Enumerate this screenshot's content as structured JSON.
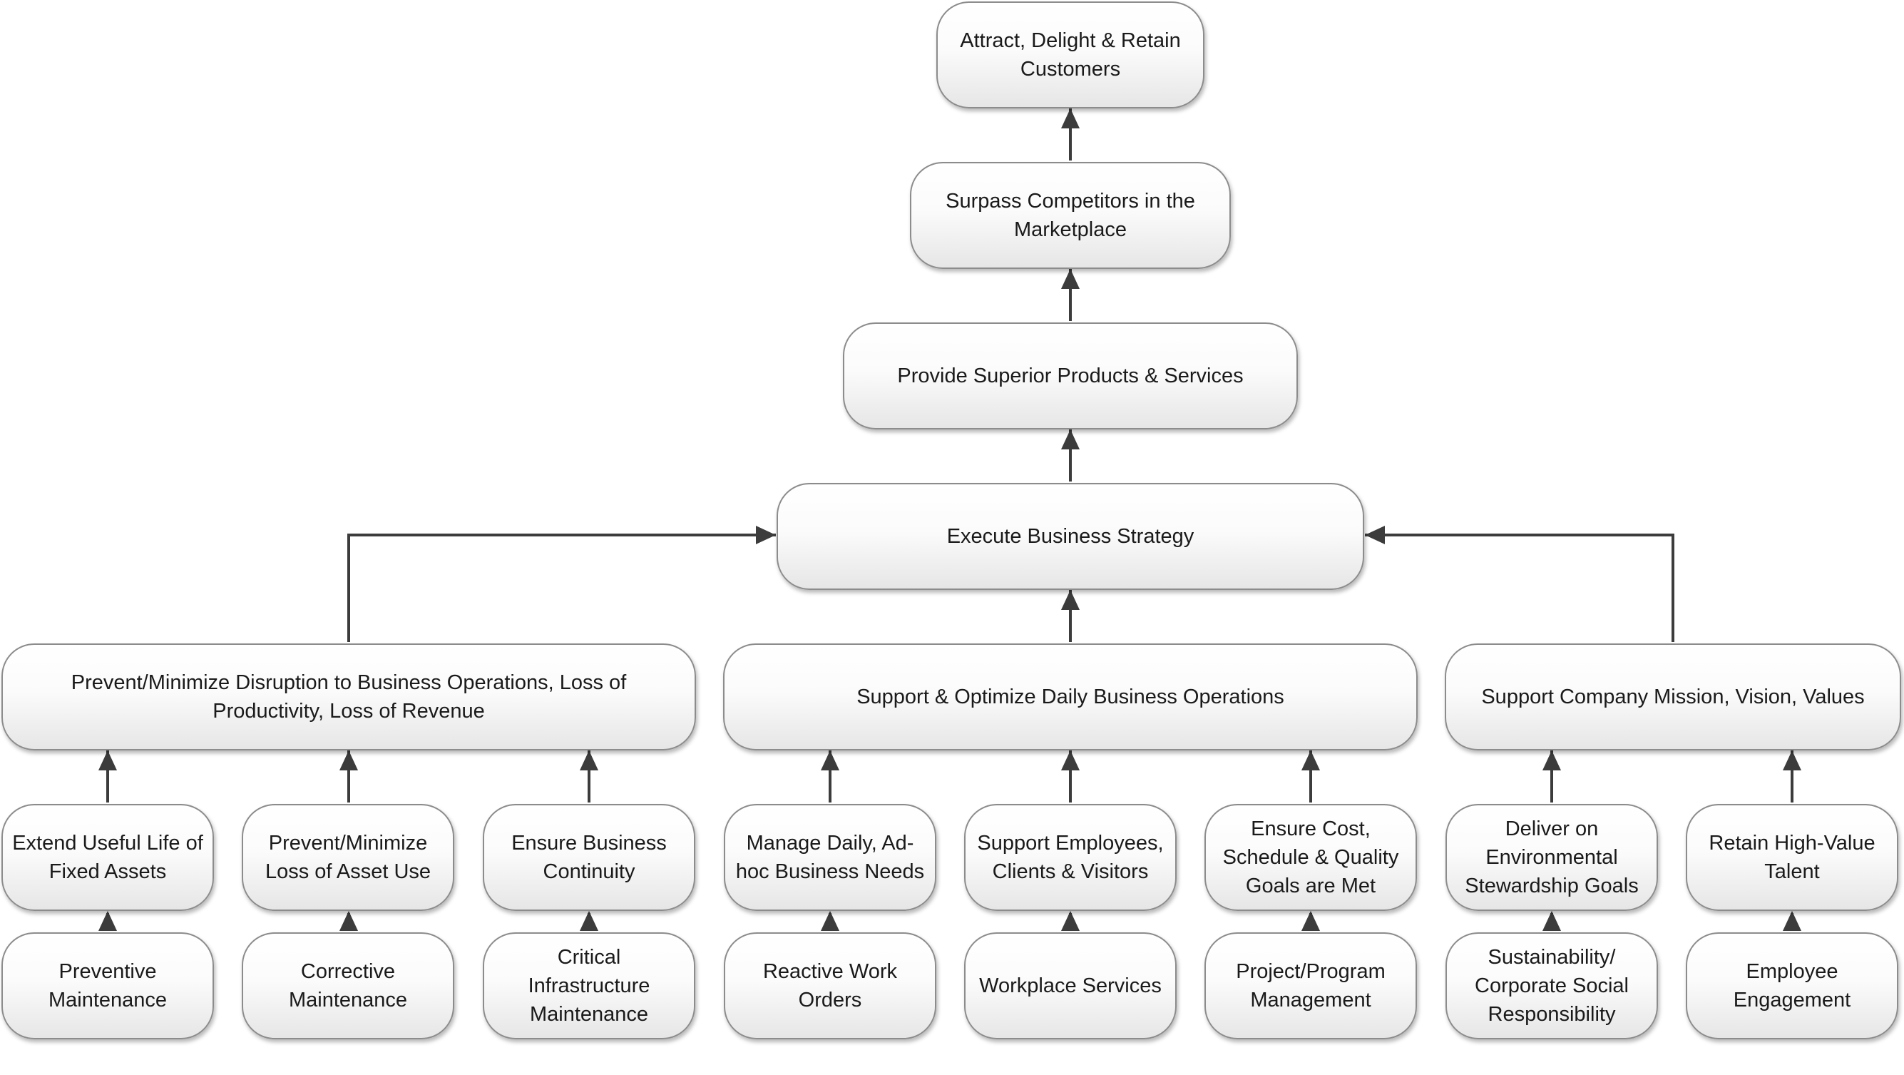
{
  "nodes": {
    "attract": "Attract, Delight & Retain Customers",
    "surpass": "Surpass Competitors in the Marketplace",
    "provide": "Provide Superior Products & Services",
    "execute": "Execute Business Strategy",
    "prevent_disruption": "Prevent/Minimize Disruption to Business Operations, Loss of Productivity, Loss of Revenue",
    "support_optimize": "Support & Optimize Daily Business Operations",
    "support_mission": "Support Company Mission, Vision, Values",
    "extend_life": "Extend Useful Life of Fixed Assets",
    "prevent_loss": "Prevent/Minimize Loss of Asset Use",
    "ensure_continuity": "Ensure Business Continuity",
    "manage_daily": "Manage Daily, Ad-hoc Business Needs",
    "support_employees": "Support Employees, Clients & Visitors",
    "ensure_cost": "Ensure Cost, Schedule & Quality Goals are Met",
    "deliver_env": "Deliver on Environmental Stewardship Goals",
    "retain_talent": "Retain High-Value Talent",
    "preventive": "Preventive Maintenance",
    "corrective": "Corrective Maintenance",
    "critical_infra": "Critical Infrastructure Maintenance",
    "reactive": "Reactive Work Orders",
    "workplace": "Workplace Services",
    "project": "Project/Program Management",
    "sustainability": "Sustainability/ Corporate Social Responsibility",
    "engagement": "Employee Engagement"
  },
  "colors": {
    "line": "#3c3c3c",
    "border": "#8c8c8c",
    "text": "#1a1a1a"
  }
}
